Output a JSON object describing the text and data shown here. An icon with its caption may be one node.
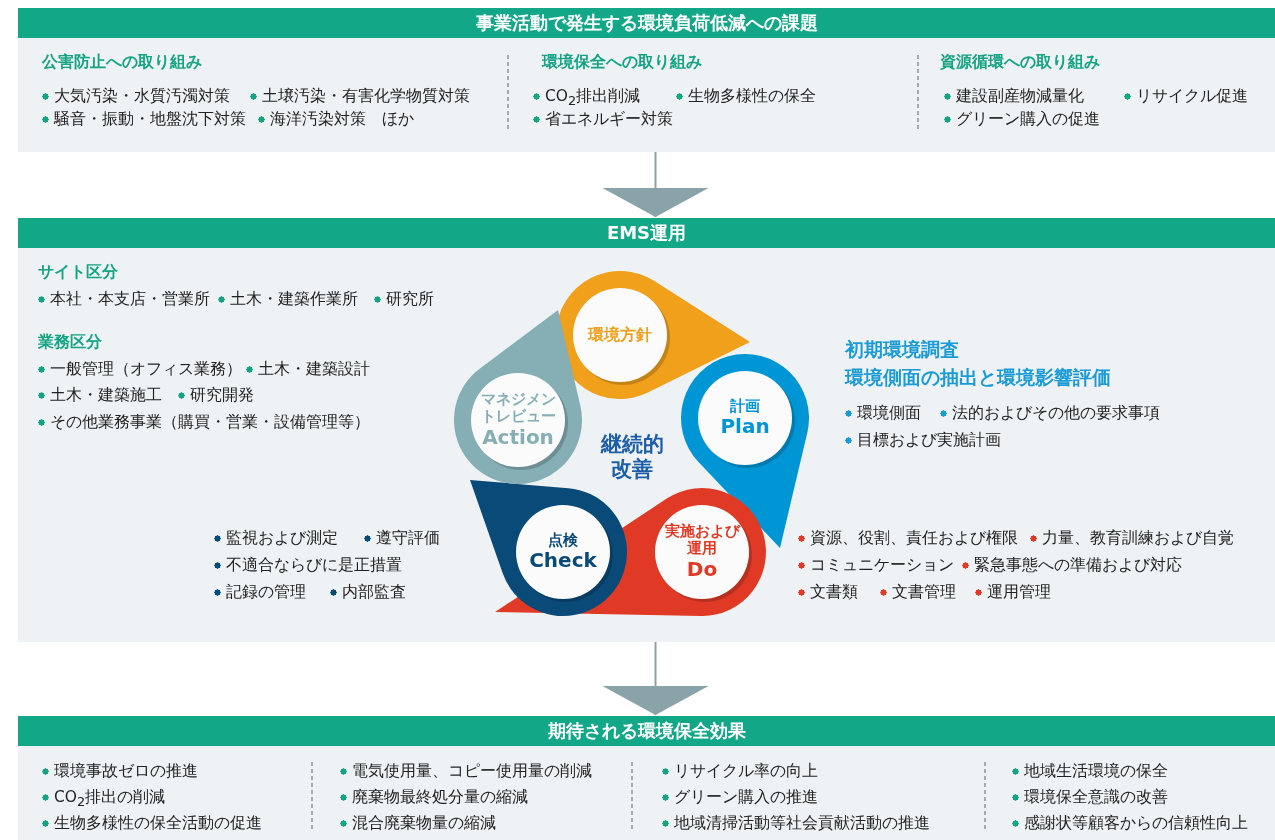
{
  "diagram": {
    "nodes": [
      {
        "text": [
          "事業活動で発生する環境負荷低減への課題",
          "公害防止への取り組み",
          "大気汚染・水質汚濁対策",
          "土壌汚染・有害化学物質対策",
          "騒音・振動・地盤沈下対策",
          "海洋汚染対策　ほか",
          "環境保全への取り組み",
          "CO$_{2}$排出削減",
          "生物多様性の保全",
          "省エネルギー対策",
          "資源循環への取り組み",
          "建設副産物減量化",
          "リサイクル促進",
          "グリーン購入の促進"
        ]
      },
      {
        "text": [
          "EMS運用",
          "サイト区分",
          "本社・本支店・営業所",
          "土木・建築作業所",
          "研究所",
          "業務区分",
          "一般管理（オフィス業務）",
          "土木・建築設計",
          "土木・建築施工",
          "研究開発",
          "その他業務事業（購買・営業・設備管理等）"
        ]
      },
      {
        "text": [
          "環境方針"
        ],
        "in": 1
      },
      {
        "text": [
          "計画",
          "Plan"
        ],
        "in": 1,
        "beside": [
          "初期環境調査",
          "環境側面の抽出と環境影響評価",
          "環境側面",
          "法的およびその他の要求事項",
          "目標および実施計画"
        ]
      },
      {
        "text": [
          "実施および運用",
          "Do"
        ],
        "in": 1,
        "beside": [
          "資源、役割、責任および権限",
          "力量、教育訓練および自覚",
          "コミュニケーション",
          "緊急事態への準備および対応",
          "文書類",
          "文書管理",
          "運用管理"
        ]
      },
      {
        "text": [
          "点検",
          "Check"
        ],
        "in": 1,
        "beside": [
          "監視および測定",
          "遵守評価",
          "不適合ならびに是正措置",
          "記録の管理",
          "内部監査"
        ]
      },
      {
        "text": [
          "マネジメントレビュー",
          "Action"
        ],
        "in": 1
      },
      {
        "text": [
          "期待される環境保全効果",
          "環境事故ゼロの推進",
          "CO$_{2}$排出の削減",
          "生物多様性の保全活動の促進",
          "電気使用量、コピー使用量の削減",
          "廃棄物最終処分量の縮減",
          "混合廃棄物量の縮減",
          "リサイクル率の向上",
          "グリーン購入の推進",
          "地域清掃活動等社会貢献活動の推進",
          "地域生活環境の保全",
          "環境保全意識の改善",
          "感謝状等顧客からの信頼性向上"
        ]
      }
    ],
    "edges": [
      {
        "from": 0,
        "to": 1,
        "arrow": "to"
      },
      {
        "from": 1,
        "to": 7,
        "arrow": "to"
      }
    ],
    "labels": [
      "継続的改善"
    ]
  }
}
